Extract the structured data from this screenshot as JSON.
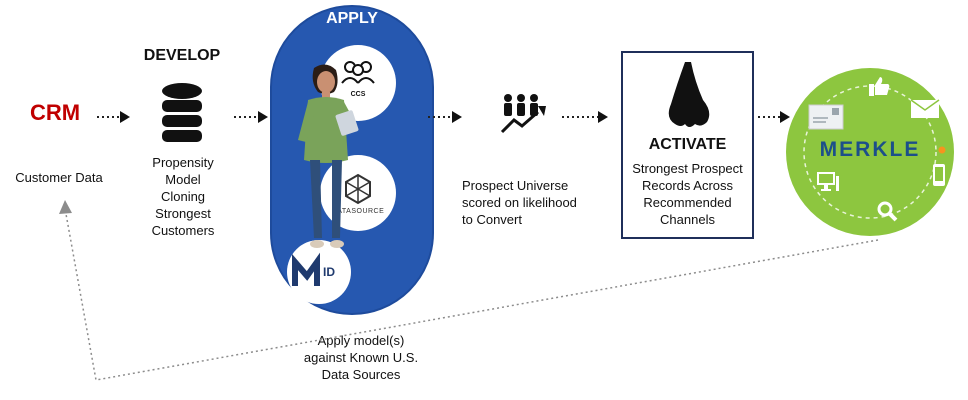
{
  "crm": {
    "title": "CRM",
    "description": "Customer Data"
  },
  "develop": {
    "title": "DEVELOP",
    "lines": [
      "Propensity",
      "Model",
      "Cloning",
      "Strongest",
      "Customers"
    ],
    "icon": "database-icon"
  },
  "apply": {
    "title": "APPLY",
    "partners": {
      "ccs": "CCS",
      "datasource": "DATASOURCE",
      "mid": "ID"
    },
    "description_lines": [
      "Apply model(s)",
      "against Known U.S.",
      "Data Sources"
    ],
    "icon_people": "people-group-icon"
  },
  "prospect": {
    "lines": [
      "Prospect Universe",
      "scored on likelihood",
      "to Convert"
    ],
    "icon": "growth-people-icon"
  },
  "activate": {
    "title": "ACTIVATE",
    "lines": [
      "Strongest Prospect",
      "Records Across",
      "Recommended",
      "Channels"
    ],
    "icon": "nose-icon"
  },
  "merkle": {
    "name": "MERKLE",
    "channel_icons": [
      "thumbs-up-icon",
      "envelope-icon",
      "mobile-icon",
      "search-icon",
      "computer-icon",
      "mail-card-icon"
    ]
  },
  "colors": {
    "crm_red": "#c00000",
    "apply_blue": "#2658b0",
    "merkle_green": "#8dc63f",
    "merkle_blue": "#1c4f8a",
    "activate_border": "#1f2f5a",
    "arrow_gray": "#8c8c8c"
  }
}
